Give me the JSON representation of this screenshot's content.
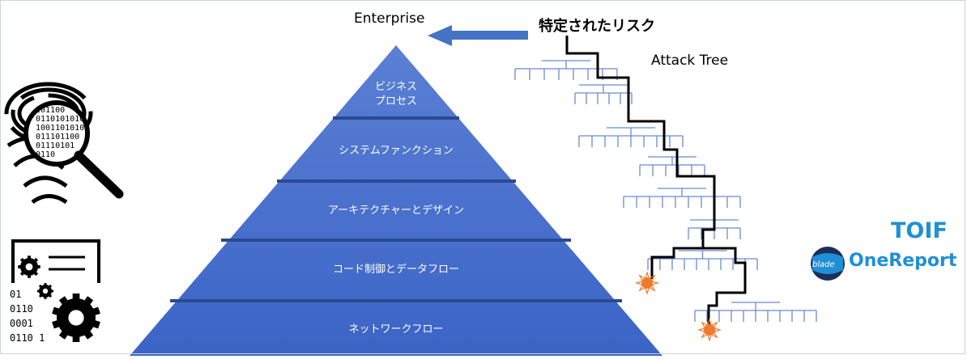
{
  "labels": {
    "enterprise": "Enterprise",
    "identified_risk": "特定されたリスク",
    "attack_tree": "Attack Tree"
  },
  "pyramid": {
    "layers": [
      {
        "line1": "ビジネス",
        "line2": "プロセス"
      },
      {
        "line1": "システムファンクション",
        "line2": ""
      },
      {
        "line1": "アーキテクチャーとデザイン",
        "line2": ""
      },
      {
        "line1": "コード制御とデータフロー",
        "line2": ""
      },
      {
        "line1": "ネットワークフロー",
        "line2": ""
      }
    ]
  },
  "logo": {
    "toif": "TOIF",
    "onereport": "OneReport",
    "blade": "blade"
  },
  "fingerprint_binary": [
    "101100",
    "0110101010",
    "10011010101",
    "011101100",
    "01110101",
    "0110"
  ],
  "code_binary": [
    "01",
    "0110",
    "0001",
    "0110 1"
  ],
  "colors": {
    "pyramid_top": "#5a7fd4",
    "pyramid_bottom": "#3b64c6",
    "band": "#2b4a92",
    "tree": "#6a8bd0",
    "path": "#000000",
    "star": "#ef7a2e",
    "arrow": "#4472c4",
    "brand": "#1f8fd6"
  }
}
